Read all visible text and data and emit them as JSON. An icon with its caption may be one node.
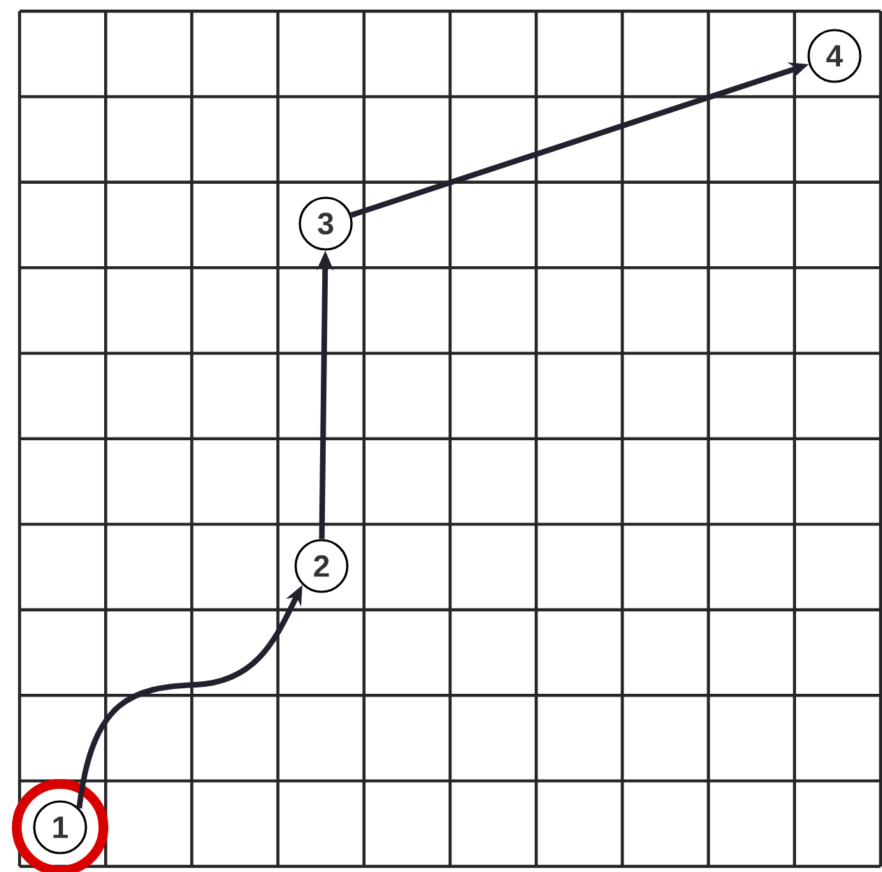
{
  "diagram": {
    "nodes": [
      {
        "text": [
          "1"
        ]
      },
      {
        "text": [
          "2"
        ]
      },
      {
        "text": [
          "3"
        ]
      },
      {
        "text": [
          "4"
        ]
      }
    ],
    "edges": [
      {
        "from": 0,
        "to": 1,
        "arrow": "to"
      },
      {
        "from": 1,
        "to": 2,
        "arrow": "to"
      },
      {
        "from": 2,
        "to": 3,
        "arrow": "to"
      }
    ]
  }
}
